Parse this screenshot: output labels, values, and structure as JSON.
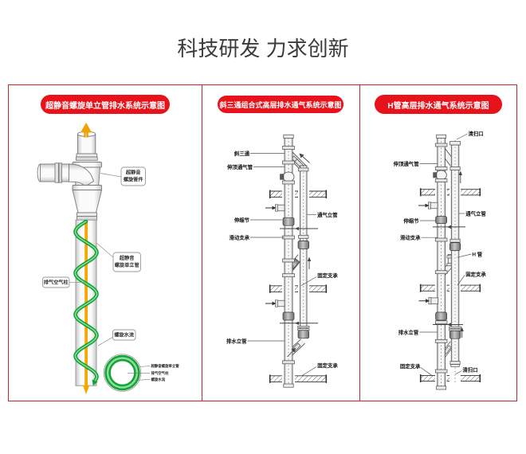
{
  "header": {
    "title": "科技研发 力求创新"
  },
  "colors": {
    "accent_red": "#e8121b",
    "border_red": "#c5282c",
    "spiral_green": "#14a138",
    "air_orange": "#f6a800"
  },
  "panel1": {
    "title": "超静音螺旋单立管排水系统示意图",
    "callout_fitting_line1": "超静音",
    "callout_fitting_line2": "螺旋管件",
    "callout_pipe_line1": "超静音",
    "callout_pipe_line2": "螺旋单立管",
    "label_air_column": "排气空气柱",
    "label_spiral_flow": "螺旋水流",
    "section_label_pipe": "超静音螺旋单立管",
    "section_label_air": "排气空气柱",
    "section_label_flow": "螺旋水流"
  },
  "panel2": {
    "title": "斜三通组合式高层排水通气系统示意图",
    "label_oblique_tee": "斜三通",
    "label_roof_vent": "伸顶通气管",
    "label_expansion_joint": "伸缩节",
    "label_sliding_support": "滑动支承",
    "label_vent_riser": "通气立管",
    "label_fixed_support_upper": "固定支承",
    "label_drain_riser": "排水立管",
    "label_fixed_support_lower": "固定支承"
  },
  "panel3": {
    "title": "H管高层排水通气系统示意图",
    "label_cleanout_top": "清扫口",
    "label_roof_vent": "伸顶通气管",
    "label_expansion_joint": "伸缩节",
    "label_sliding_support": "滑动支承",
    "label_vent_riser": "通气立管",
    "label_h_pipe": "H 管",
    "label_fixed_support_right": "固定支承",
    "label_drain_riser": "排水立管",
    "label_fixed_support_left": "固定支承",
    "label_cleanout_bottom": "清扫口"
  }
}
